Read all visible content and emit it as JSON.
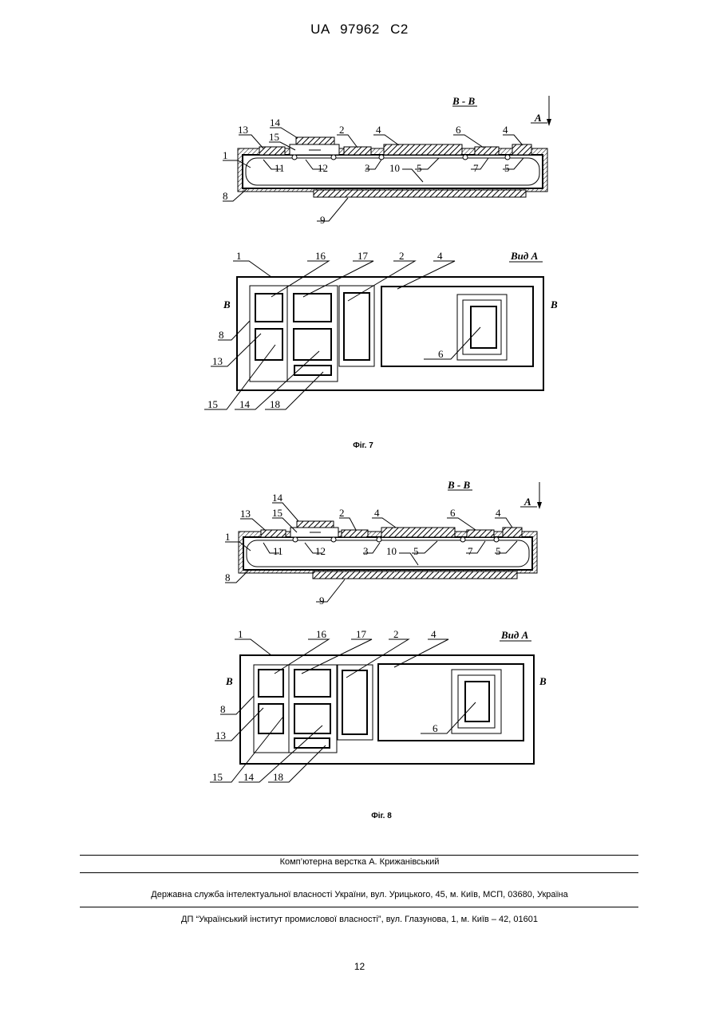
{
  "header": {
    "doc_number": "UA   97962   C2"
  },
  "fig7": {
    "section_label": "B - B",
    "arrow_label": "A",
    "view_label": "Вид А",
    "side_left": "B",
    "side_right": "B",
    "caption": "Фіг. 7",
    "sec": {
      "n1": "1",
      "n2": "2",
      "n3": "3",
      "n4a": "4",
      "n4b": "4",
      "n5a": "5",
      "n5b": "5",
      "n6": "6",
      "n7": "7",
      "n8": "8",
      "n9": "9",
      "n10": "10",
      "n11": "11",
      "n12": "12",
      "n13": "13",
      "n14": "14",
      "n15": "15"
    },
    "plan": {
      "n1": "1",
      "n16": "16",
      "n17": "17",
      "n2": "2",
      "n4": "4",
      "n8": "8",
      "n13": "13",
      "n6": "6",
      "n15": "15",
      "n14": "14",
      "n18": "18"
    }
  },
  "fig8": {
    "section_label": "B - B",
    "arrow_label": "A",
    "view_label": "Вид А",
    "side_left": "B",
    "side_right": "B",
    "caption": "Фіг. 8",
    "sec": {
      "n1": "1",
      "n2": "2",
      "n3": "3",
      "n4a": "4",
      "n4b": "4",
      "n5a": "5",
      "n5b": "5",
      "n6": "6",
      "n7": "7",
      "n8": "8",
      "n9": "9",
      "n10": "10",
      "n11": "11",
      "n12": "12",
      "n13": "13",
      "n14": "14",
      "n15": "15"
    },
    "plan": {
      "n1": "1",
      "n16": "16",
      "n17": "17",
      "n2": "2",
      "n4": "4",
      "n8": "8",
      "n13": "13",
      "n6": "6",
      "n15": "15",
      "n14": "14",
      "n18": "18"
    }
  },
  "footer": {
    "line1": "Комп’ютерна верстка А. Крижанівський",
    "line2": "Державна служба інтелектуальної власності України, вул. Урицького, 45, м. Київ, МСП, 03680, Україна",
    "line3": "ДП “Український інститут промислової власності”, вул. Глазунова, 1, м. Київ – 42, 01601"
  },
  "page_number": "12"
}
